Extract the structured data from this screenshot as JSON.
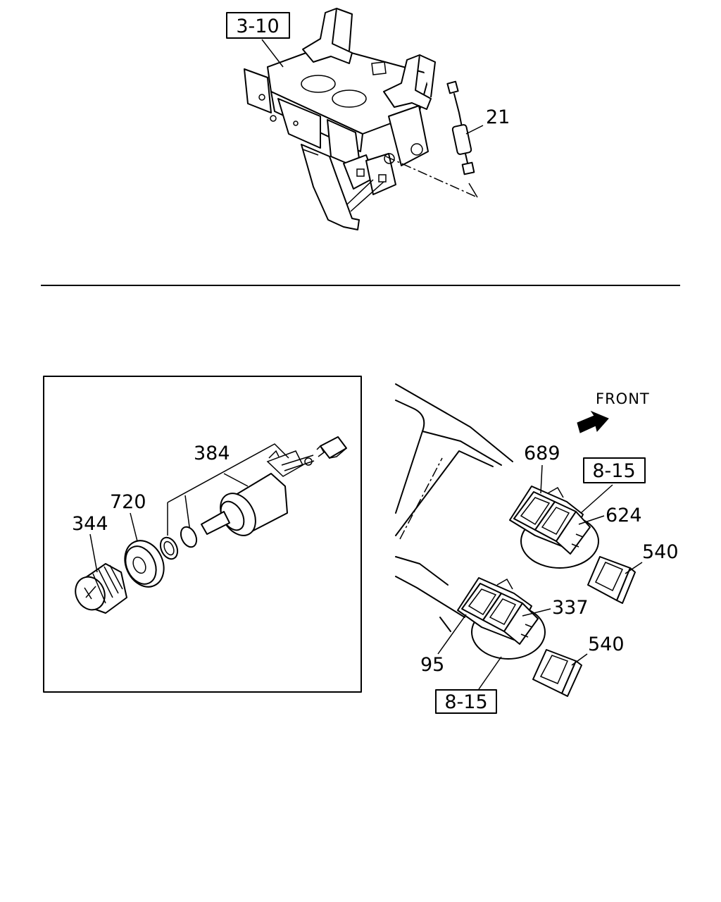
{
  "labels": {
    "ref_3_10": "3-10",
    "part_21": "21",
    "part_384": "384",
    "part_720": "720",
    "part_344": "344",
    "front": "FRONT",
    "part_689": "689",
    "ref_8_15_top": "8-15",
    "part_624": "624",
    "part_540_top": "540",
    "part_337": "337",
    "part_540_bottom": "540",
    "part_95": "95",
    "ref_8_15_bottom": "8-15"
  }
}
